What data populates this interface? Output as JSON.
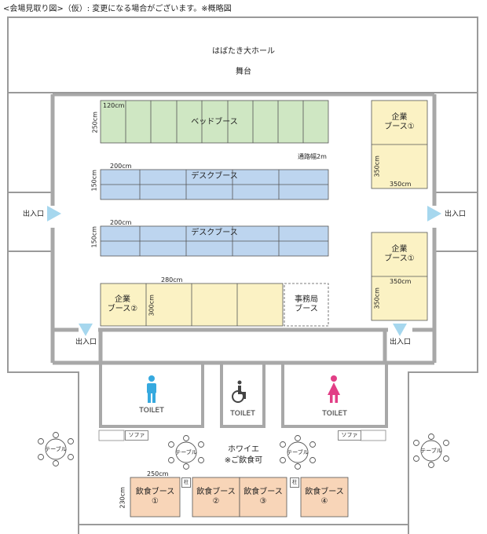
{
  "caption": "<会場見取り図>（仮）: 変更になる場合がございます。※概略図",
  "hall": {
    "name": "はばたき大ホール",
    "stage": "舞台"
  },
  "booths": {
    "bed": {
      "label": "ベッドブース",
      "dim": "120cm",
      "depth": "250cm"
    },
    "desk1": {
      "label": "デスクブース",
      "dim": "200cm",
      "depth": "150cm"
    },
    "desk2": {
      "label": "デスクブース",
      "dim": "200cm",
      "depth": "150cm"
    },
    "corp2": {
      "label": "企業\nブース②",
      "width": "280cm",
      "depth": "300cm"
    },
    "office": {
      "label": "事務局\nブース"
    },
    "corp1_top": {
      "label": "企業\nブース①",
      "width": "350cm",
      "depth": "350cm"
    },
    "corp1_bottom": {
      "label": "企業\nブース①",
      "width": "350cm",
      "depth": "350cm"
    }
  },
  "aisle": "通路幅2m",
  "entrances": {
    "left": "出入口",
    "right": "出入口",
    "bottom_left": "出入口",
    "bottom_right": "出入口"
  },
  "toilets": {
    "men": "TOILET",
    "accessible": "TOILET",
    "women": "TOILET"
  },
  "foyer": {
    "name": "ホワイエ",
    "note": "※ご飲食可"
  },
  "tables": [
    "テーブル",
    "テーブル",
    "テーブル",
    "テーブル"
  ],
  "sofas": [
    "ソファ",
    "ソファ"
  ],
  "pillars": [
    "柱",
    "柱"
  ],
  "food": {
    "width": "250cm",
    "depth": "230cm",
    "booths": [
      "飲食ブース\n①",
      "飲食ブース\n②",
      "飲食ブース\n③",
      "飲食ブース\n④"
    ]
  },
  "colors": {
    "bed": "#cfe7c3",
    "desk": "#bdd5ef",
    "corp": "#fbf2c4",
    "food": "#f8d5b8",
    "wall": "#9a9a9a",
    "man": "#36a9df",
    "woman": "#e23e86",
    "access": "#444444",
    "arrow": "#a6d7ee"
  }
}
